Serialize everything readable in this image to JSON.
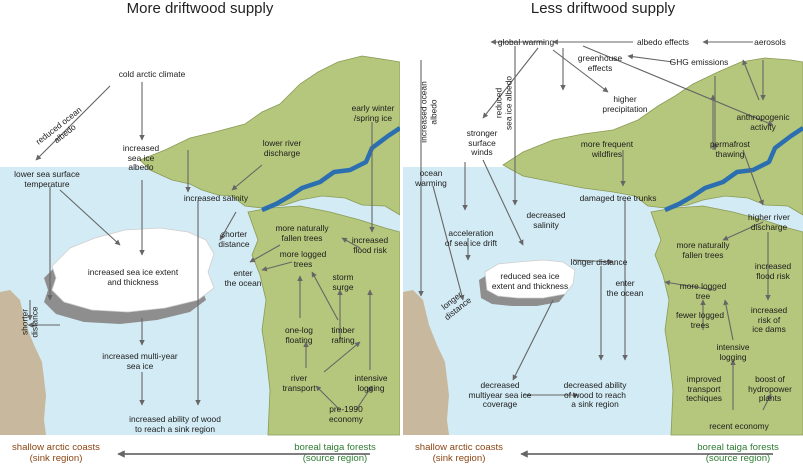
{
  "colors": {
    "ocean": "#d3ebf4",
    "land": "#b5c77c",
    "land_edge": "#8a9a55",
    "river": "#2c6fb0",
    "rock": "#c8b89e",
    "ice": "#ffffff",
    "ice_shadow": "#8e8e8e",
    "arrow": "#666666",
    "sink_text": "#8b4513",
    "source_text": "#2e7d32"
  },
  "left": {
    "title": "More driftwood supply",
    "labels": {
      "cold_arctic_climate": "cold arctic climate",
      "reduced_ocean_albedo": "reduced ocean\nalbedo",
      "increased_sea_ice_albedo": "increased\nsea ice\nalbedo",
      "lower_river_discharge": "lower river\ndischarge",
      "early_winter": "early winter\n/spring ice",
      "lower_sst": "lower sea surface\ntemperature",
      "increased_salinity": "increased salinity",
      "shorter_distance_right": "shorter\ndistance",
      "naturally_fallen": "more naturally\nfallen trees",
      "logged_trees": "more logged\ntrees",
      "flood_risk": "increased\nflood risk",
      "sea_ice_extent": "increased sea ice extent\nand thickness",
      "enter_ocean": "enter\nthe ocean",
      "storm_surge": "storm\nsurge",
      "shorter_distance_left": "shorter\ndistance",
      "one_log_floating": "one-log\nfloating",
      "timber_rafting": "timber\nrafting",
      "multi_year_ice": "increased multi-year\nsea ice",
      "river_transport": "river\ntransport",
      "intensive_logging": "intensive\nlogging",
      "pre_1990": "pre-1990\neconomy",
      "increased_ability": "increased ability of wood\nto reach a sink region"
    },
    "footer": {
      "sink": "shallow arctic coasts\n(sink region)",
      "source": "boreal taiga forests\n(source region)"
    }
  },
  "right": {
    "title": "Less driftwood supply",
    "labels": {
      "global_warming": "global warming",
      "albedo_effects": "albedo effects",
      "aerosols": "aerosols",
      "greenhouse_effects": "greenhouse\neffects",
      "ghg_emissions": "GHG emissions",
      "increased_ocean_albedo": "increased ocean\nalbedo",
      "reduced_sea_ice_albedo": "reduced\nsea ice albedo",
      "higher_precipitation": "higher\nprecipitation",
      "anthropogenic": "anthropogenic\nactivity",
      "stronger_winds": "stronger\nsurface\nwinds",
      "frequent_wildfires": "more frequent\nwildfires",
      "permafrost": "permafrost\nthawing",
      "ocean_warming": "ocean\nwarming",
      "damaged_trunks": "damaged tree trunks",
      "decreased_salinity": "decreased\nsalinity",
      "higher_river_discharge": "higher river\ndischarge",
      "acceleration_drift": "acceleration\nof sea ice drift",
      "naturally_fallen": "more naturally\nfallen trees",
      "longer_distance_mid": "longer distance",
      "flood_risk": "increased\nflood risk",
      "reduced_sea_ice": "reduced sea ice\nextent and thickness",
      "enter_ocean": "enter\nthe ocean",
      "logged_tree": "more logged\ntree",
      "longer_distance_left": "longer\ndistance",
      "fewer_logged": "fewer logged\ntrees",
      "ice_dams": "increased\nrisk of\nice dams",
      "intensive_logging": "intensive\nlogging",
      "improved_transport": "improved\ntransport\ntechiques",
      "hydropower": "boost of\nhydropower\nplants",
      "decreased_multiyear": "decreased\nmultiyear sea ice\ncoverage",
      "decreased_ability": "decreased ability\nof wood to reach\na sink region",
      "recent_economy": "recent economy"
    },
    "footer": {
      "sink": "shallow arctic coasts\n(sink region)",
      "source": "boreal taiga forests\n(source region)"
    }
  }
}
